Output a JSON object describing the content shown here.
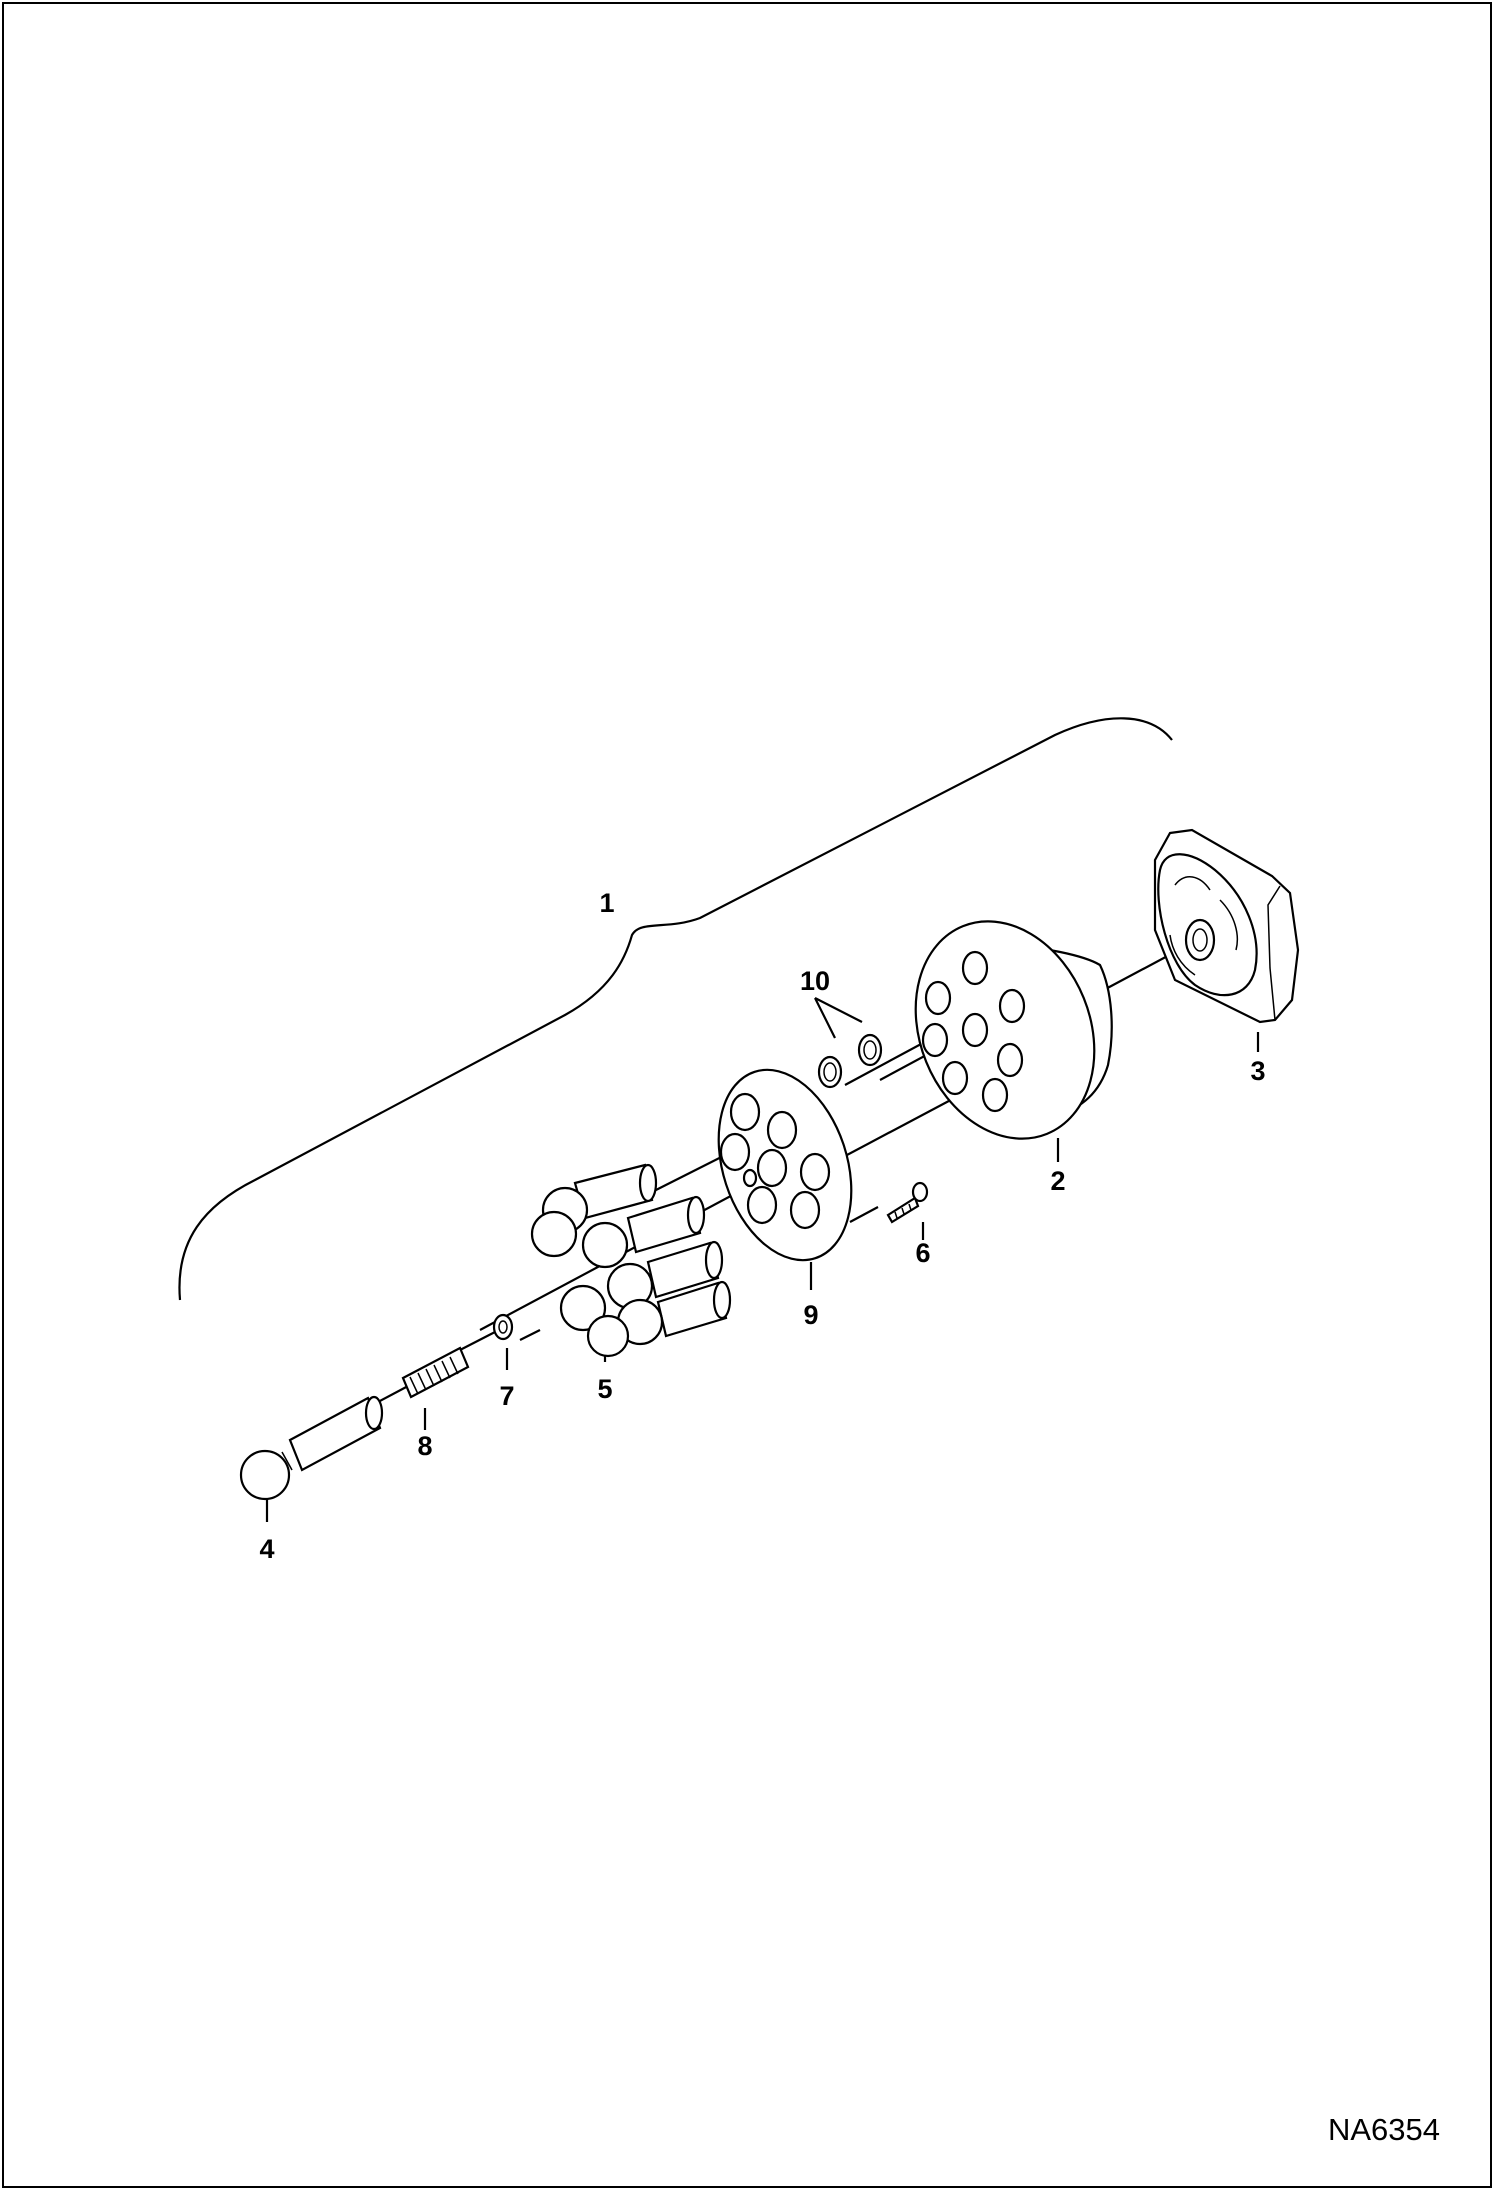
{
  "callouts": {
    "c1": "1",
    "c2": "2",
    "c3": "3",
    "c4": "4",
    "c5": "5",
    "c6": "6",
    "c7": "7",
    "c8": "8",
    "c9": "9",
    "c10": "10"
  },
  "figure_code": "NA6354"
}
